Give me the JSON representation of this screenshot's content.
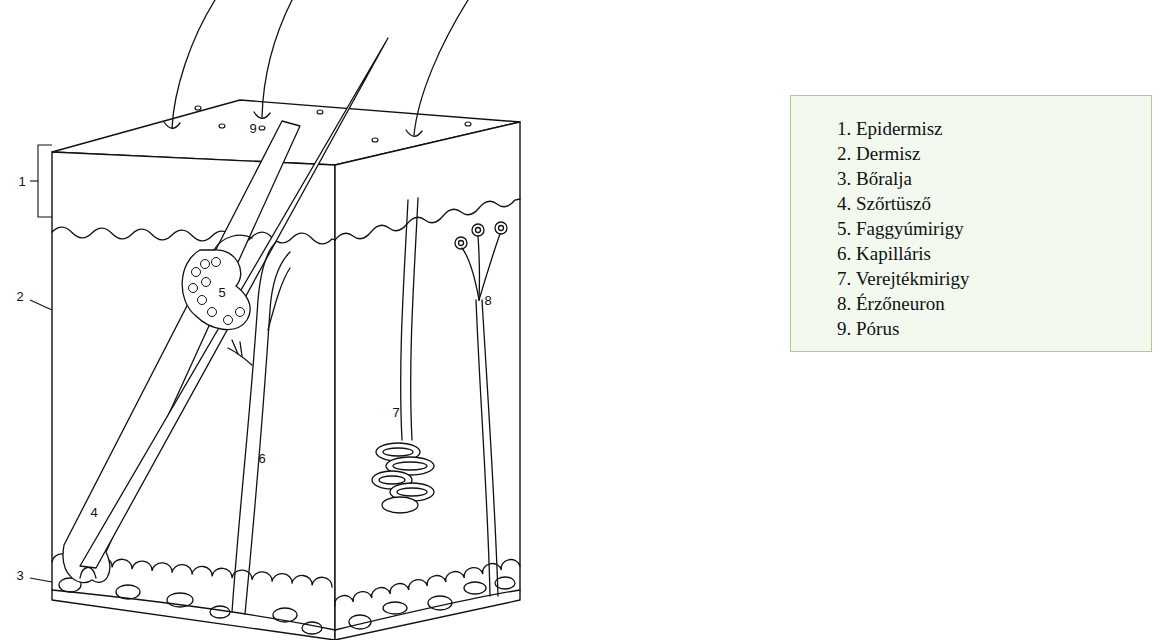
{
  "diagram": {
    "nodes": [
      {
        "text": [
          "1. Epidermisz",
          "2. Dermisz",
          "3. Bőralja",
          "4. Szőrtüsző",
          "5. Faggyúmirigy",
          "6. Kapilláris",
          "7. Verejtékmirigy",
          "8. Érzőneuron",
          "9. Pórus"
        ]
      }
    ],
    "labels": [
      "1",
      "2",
      "3",
      "4",
      "5",
      "6",
      "7",
      "8",
      "9"
    ]
  }
}
